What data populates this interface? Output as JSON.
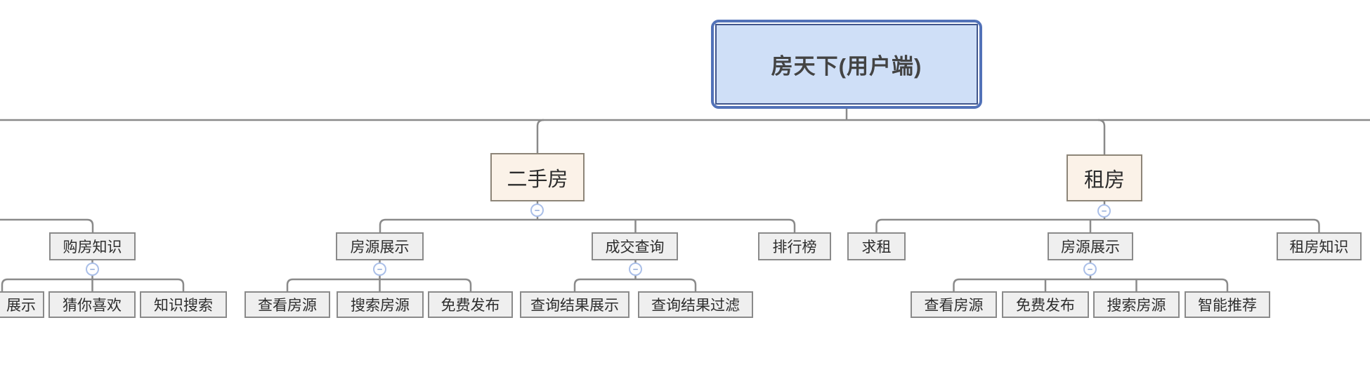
{
  "palette": {
    "root-fill": "#cfdff7",
    "root-border": "#5272b8",
    "root-inner-border": "#41568c",
    "branch-fill": "#fbf2e8",
    "branch-border": "#8d8578",
    "topic-fill": "#efefef",
    "topic-border": "#8a8a8a",
    "line": "#8a8a8a",
    "collapse-ring": "#aabfe8",
    "collapse-glyph": "#8fa8d8",
    "text": "#2d2d2d",
    "root-text": "#434343"
  },
  "icons": {
    "collapse_glyph": "−"
  },
  "mindmap": {
    "root": {
      "label": "房天下(用户端)"
    },
    "branches": [
      {
        "label": "二手房",
        "children": [
          {
            "label": "房源展示",
            "children": [
              {
                "label": "查看房源"
              },
              {
                "label": "搜索房源"
              },
              {
                "label": "免费发布"
              }
            ]
          },
          {
            "label": "成交查询",
            "children": [
              {
                "label": "查询结果展示"
              },
              {
                "label": "查询结果过滤"
              }
            ]
          },
          {
            "label": "排行榜",
            "children": []
          }
        ]
      },
      {
        "label": "租房",
        "children": [
          {
            "label": "求租",
            "children": []
          },
          {
            "label": "房源展示",
            "children": [
              {
                "label": "查看房源"
              },
              {
                "label": "免费发布"
              },
              {
                "label": "搜索房源"
              },
              {
                "label": "智能推荐"
              }
            ]
          },
          {
            "label": "租房知识",
            "children": []
          }
        ]
      }
    ],
    "clipped_subtree": {
      "label": "购房知识",
      "children": [
        {
          "label": "展示",
          "partially_visible": true
        },
        {
          "label": "猜你喜欢"
        },
        {
          "label": "知识搜索"
        }
      ]
    }
  }
}
